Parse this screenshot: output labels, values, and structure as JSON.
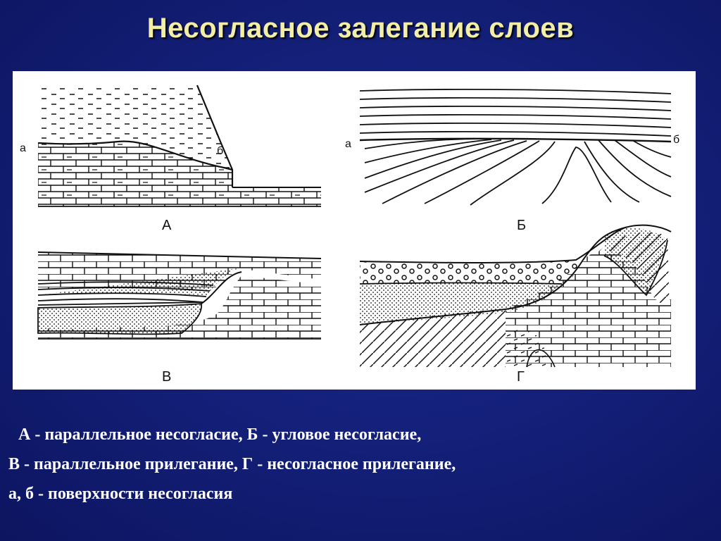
{
  "title": "Несогласное залегание  слоев",
  "diagram": {
    "panel_labels": {
      "A": "А",
      "B": "Б",
      "V": "В",
      "G": "Г"
    },
    "surface_labels": {
      "a": "а",
      "b": "б"
    }
  },
  "caption": {
    "line1": "А - параллельное несогласие, Б - угловое несогласие,",
    "line2": "В - параллельное прилегание, Г - несогласное прилегание,",
    "line3": "а, б - поверхности несогласия"
  }
}
